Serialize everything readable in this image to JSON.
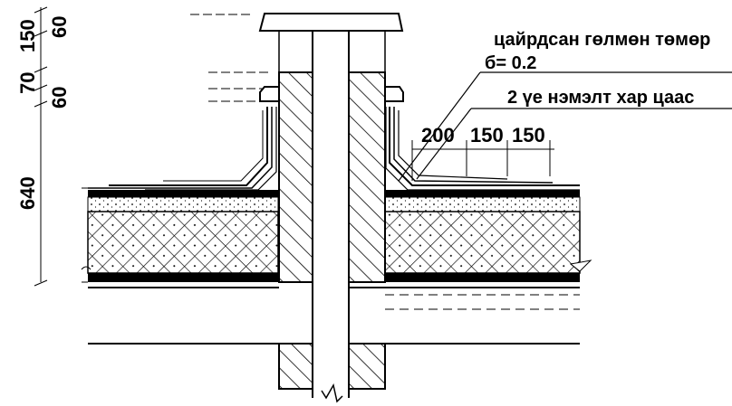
{
  "labels": {
    "steel_sheet": "цайрдсан гөлмөн төмөр",
    "thickness": "б= 0.2",
    "extra_layers": "2 үе нэмэлт хар цаас"
  },
  "dims_horizontal": [
    "200",
    "150",
    "150"
  ],
  "dims_vertical": [
    "60",
    "150",
    "70",
    "60",
    "640"
  ]
}
